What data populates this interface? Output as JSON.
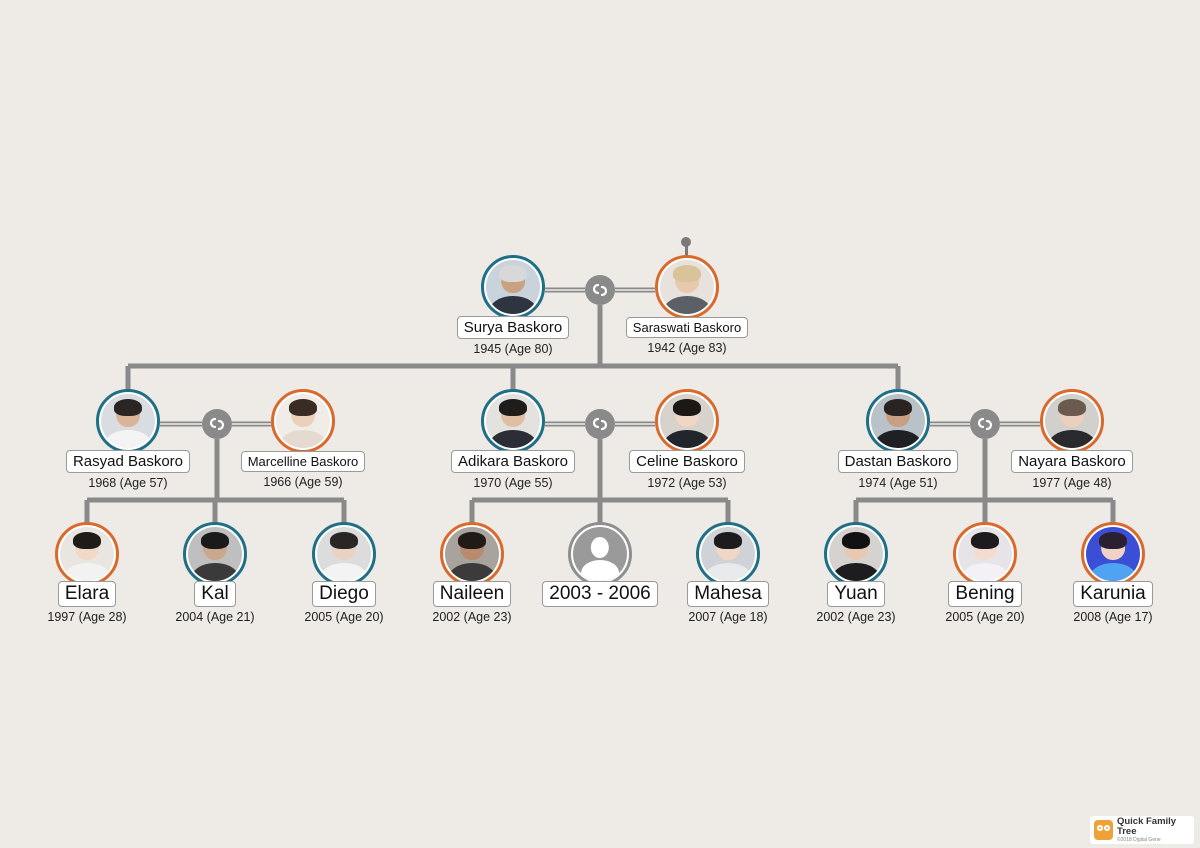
{
  "colors": {
    "background": "#eeebe7",
    "connector": "#8a8a8a",
    "male_ring": "#1f6f86",
    "female_ring": "#d96a2c",
    "unknown_ring": "#8f8f8f"
  },
  "generation1": [
    {
      "name": "Surya Baskoro",
      "years": "1945 (Age 80)",
      "gender": "male",
      "icon": "person-photo"
    },
    {
      "name": "Saraswati Baskoro",
      "years": "1942 (Age 83)",
      "gender": "female",
      "icon": "person-photo"
    }
  ],
  "generation2": [
    {
      "name": "Rasyad Baskoro",
      "years": "1968 (Age 57)",
      "gender": "male",
      "icon": "person-photo"
    },
    {
      "name": "Marcelline Baskoro",
      "years": "1966 (Age 59)",
      "gender": "female",
      "icon": "person-photo"
    },
    {
      "name": "Adikara Baskoro",
      "years": "1970 (Age 55)",
      "gender": "male",
      "icon": "person-photo"
    },
    {
      "name": "Celine Baskoro",
      "years": "1972 (Age 53)",
      "gender": "female",
      "icon": "person-photo"
    },
    {
      "name": "Dastan  Baskoro",
      "years": "1974 (Age 51)",
      "gender": "male",
      "icon": "person-photo"
    },
    {
      "name": "Nayara Baskoro",
      "years": "1977 (Age 48)",
      "gender": "female",
      "icon": "person-photo"
    }
  ],
  "generation3": [
    {
      "name": "Elara",
      "years": "1997 (Age 28)",
      "gender": "female",
      "icon": "person-photo"
    },
    {
      "name": "Kal",
      "years": "2004 (Age 21)",
      "gender": "male",
      "icon": "person-photo"
    },
    {
      "name": "Diego",
      "years": "2005 (Age 20)",
      "gender": "male",
      "icon": "person-photo"
    },
    {
      "name": "Naileen",
      "years": "2002 (Age 23)",
      "gender": "female",
      "icon": "person-photo"
    },
    {
      "name": "2003 - 2006",
      "years": "",
      "gender": "unknown",
      "icon": "silhouette-icon"
    },
    {
      "name": "Mahesa",
      "years": "2007 (Age 18)",
      "gender": "male",
      "icon": "person-photo"
    },
    {
      "name": "Yuan",
      "years": "2002 (Age 23)",
      "gender": "male",
      "icon": "person-photo"
    },
    {
      "name": "Bening",
      "years": "2005 (Age 20)",
      "gender": "female",
      "icon": "person-photo"
    },
    {
      "name": "Karunia",
      "years": "2008 (Age 17)",
      "gender": "female",
      "icon": "person-photo"
    }
  ],
  "unions": [
    {
      "icon": "union-link-icon"
    },
    {
      "icon": "union-link-icon"
    },
    {
      "icon": "union-link-icon"
    },
    {
      "icon": "union-link-icon"
    }
  ],
  "logo": {
    "title": "Quick Family Tree",
    "subtitle": "©2018 Digital Gene",
    "icon": "quick-family-tree-logo"
  }
}
